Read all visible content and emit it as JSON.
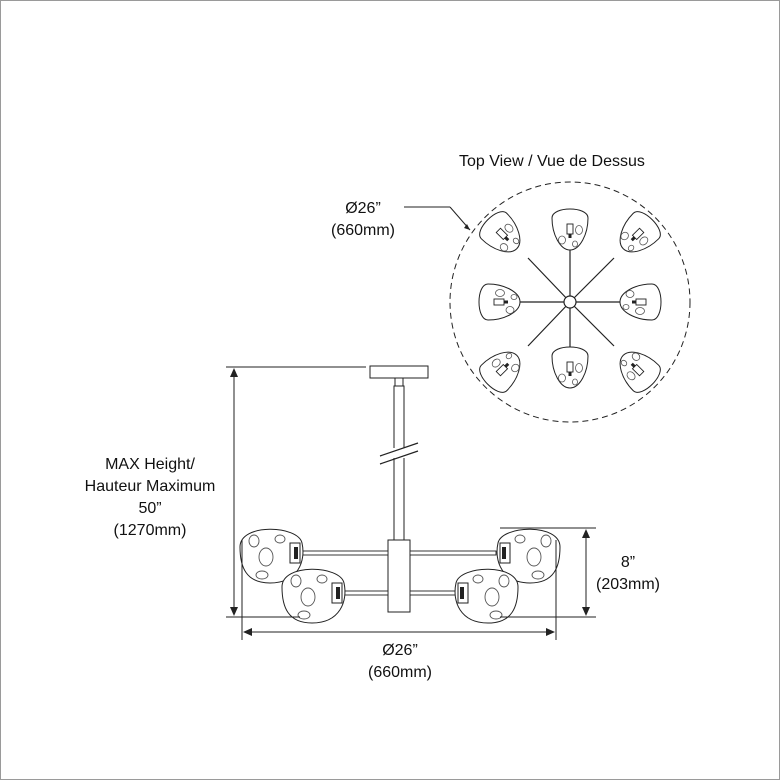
{
  "top_view": {
    "title": "Top View / Vue de Dessus",
    "diameter_in": "Ø26”",
    "diameter_mm": "(660mm)"
  },
  "height": {
    "label_line1": "MAX Height/",
    "label_line2": "Hauteur Maximum",
    "value_in": "50”",
    "value_mm": "(1270mm)"
  },
  "depth": {
    "value_in": "8”",
    "value_mm": "(203mm)"
  },
  "width": {
    "value_in": "Ø26”",
    "value_mm": "(660mm)"
  },
  "colors": {
    "line": "#222222",
    "frame": "#9a9a9a"
  }
}
